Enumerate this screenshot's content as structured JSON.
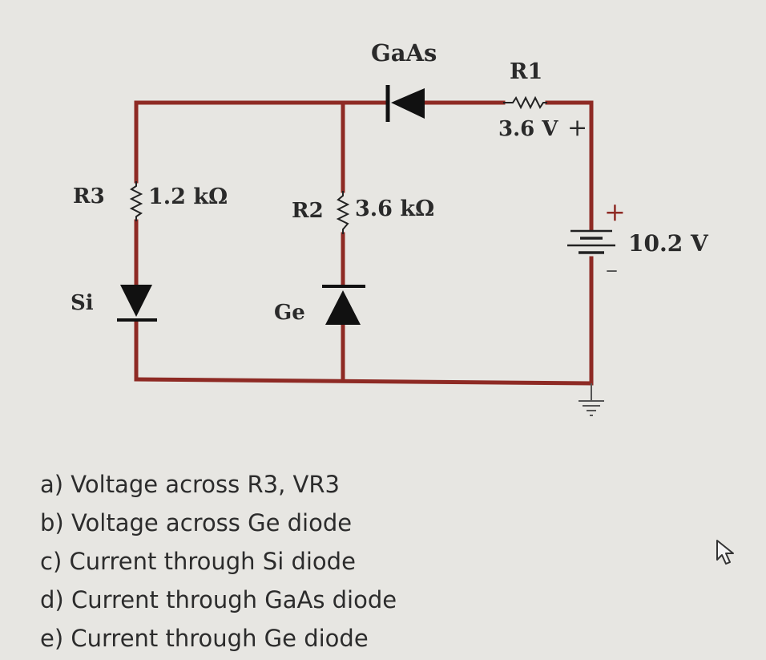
{
  "circuit": {
    "gaas_label": "GaAs",
    "r1_label": "R1",
    "r1_voltage": "3.6 V",
    "r1_plus": "+",
    "r3_label": "R3",
    "r3_value": "1.2 kΩ",
    "r2_label": "R2",
    "r2_value": "3.6 kΩ",
    "battery_plus": "+",
    "battery_value": "10.2 V",
    "battery_minus": "–",
    "si_label": "Si",
    "ge_label": "Ge"
  },
  "questions": [
    "a) Voltage across R3, VR3",
    "b) Voltage across Ge diode",
    "c) Current through Si diode",
    "d) Current through GaAs diode",
    "e) Current through Ge diode"
  ],
  "colors": {
    "wire": "#8e2a24",
    "component": "#111111",
    "background": "#e7e6e2"
  },
  "icons": {
    "cursor": "mouse-pointer-icon"
  }
}
